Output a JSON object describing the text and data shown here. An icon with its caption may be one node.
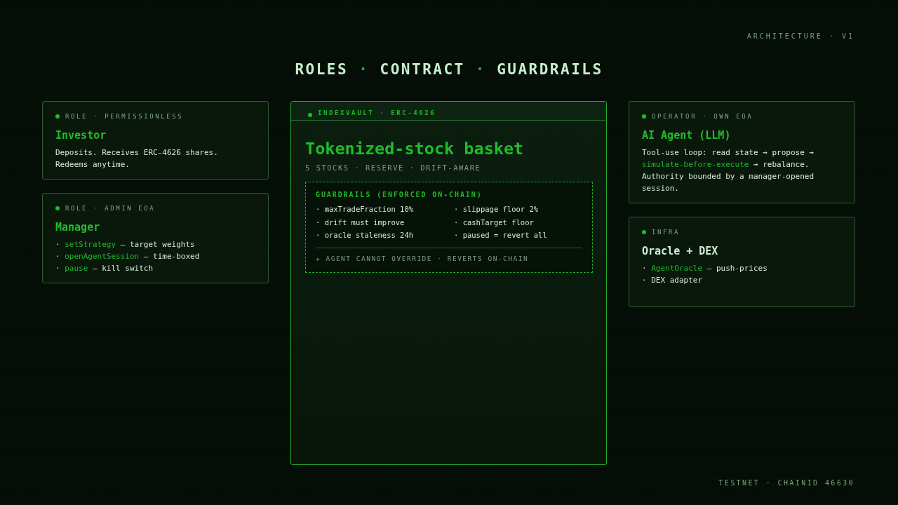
{
  "diagram": {
    "title": "ROLES *·* CONTRACT *·* GUARDRAILS",
    "nodes": [
      {
        "text": [
          "ROLE · PERMISSIONLESS",
          "Investor",
          "Deposits. Receives ERC-4626 shares. Redeems anytime."
        ]
      },
      {
        "text": [
          "ROLE · ADMIN EOA",
          "Manager",
          "· *setStrategy* — target weights",
          "· *openAgentSession* — time-boxed",
          "· *pause* — kill switch"
        ]
      },
      {
        "text": [
          "INDEXVAULT · ERC-4626",
          "Tokenized-stock basket",
          "5 STOCKS · RESERVE · DRIFT-AWARE"
        ]
      },
      {
        "text": [
          "GUARDRAILS (ENFORCED ON-CHAIN)",
          "· maxTradeFraction 10%",
          "· slippage floor 2%",
          "· drift must improve",
          "· cashTarget floor",
          "· oracle staleness 24h",
          "· paused = revert all",
          "+ AGENT CANNOT OVERRIDE · REVERTS ON-CHAIN"
        ],
        "in": 2
      },
      {
        "text": [
          "OPERATOR · OWN EOA",
          "AI Agent (LLM)",
          "Tool-use loop: read state → propose → *simulate-before-execute* → rebalance. Authority bounded by a manager-opened session."
        ]
      },
      {
        "text": [
          "INFRA",
          "Oracle + DEX",
          "· *AgentOracle* — push-prices",
          "· DEX adapter"
        ]
      }
    ],
    "labels": [
      "ARCHITECTURE · V1",
      "TESTNET · CHAINID 46630"
    ]
  }
}
